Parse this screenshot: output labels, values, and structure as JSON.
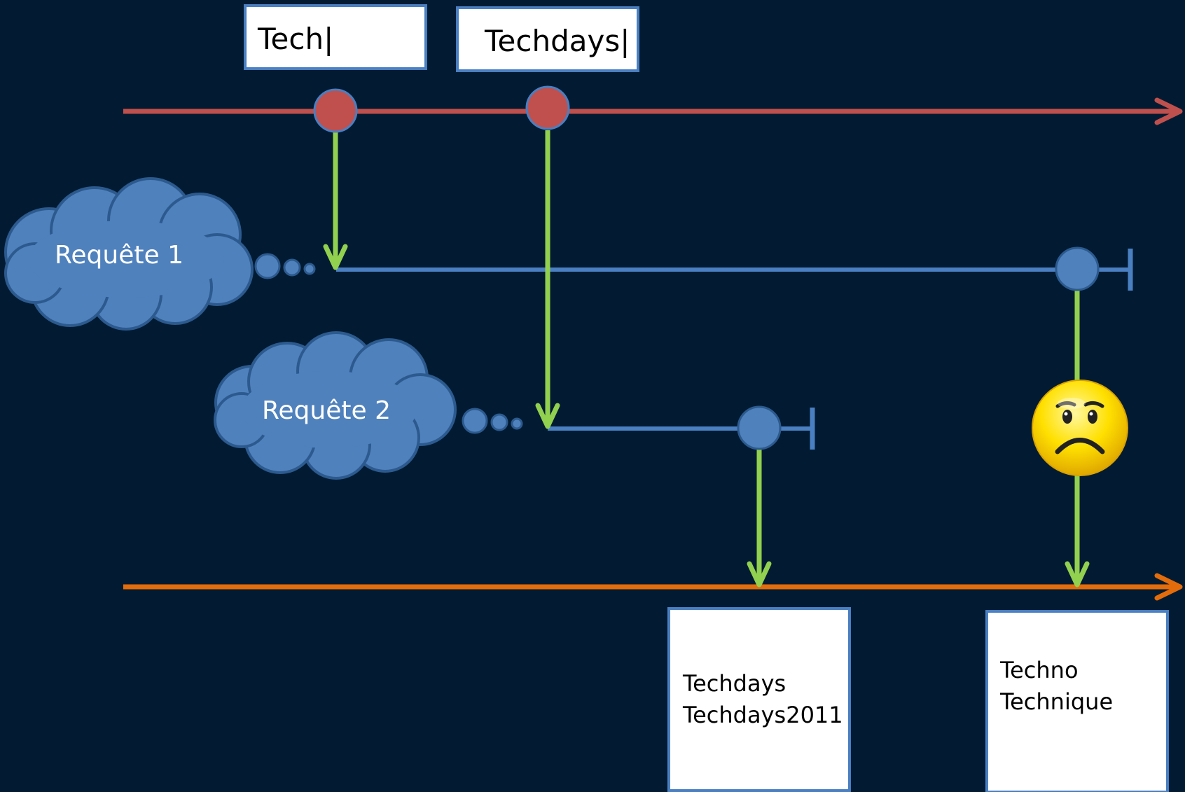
{
  "inputs": [
    {
      "value": "Tech|"
    },
    {
      "value": "Techdays|"
    }
  ],
  "requests": [
    {
      "label": "Requête 1"
    },
    {
      "label": "Requête 2"
    }
  ],
  "results": [
    {
      "lines": [
        "Techdays",
        "Techdays2011"
      ]
    },
    {
      "lines": [
        "Techno",
        "Technique"
      ]
    }
  ],
  "colors": {
    "background": "#031b32",
    "input_stream": "#c0504d",
    "request_stream": "#4a7fc1",
    "output_stream": "#e46c0a",
    "flow_arrow": "#92d050",
    "cloud_fill": "#4f81bd",
    "cloud_stroke": "#2c5a8e",
    "smiley": "#ffd400"
  },
  "icons": {
    "smiley": "sad-face-icon"
  }
}
